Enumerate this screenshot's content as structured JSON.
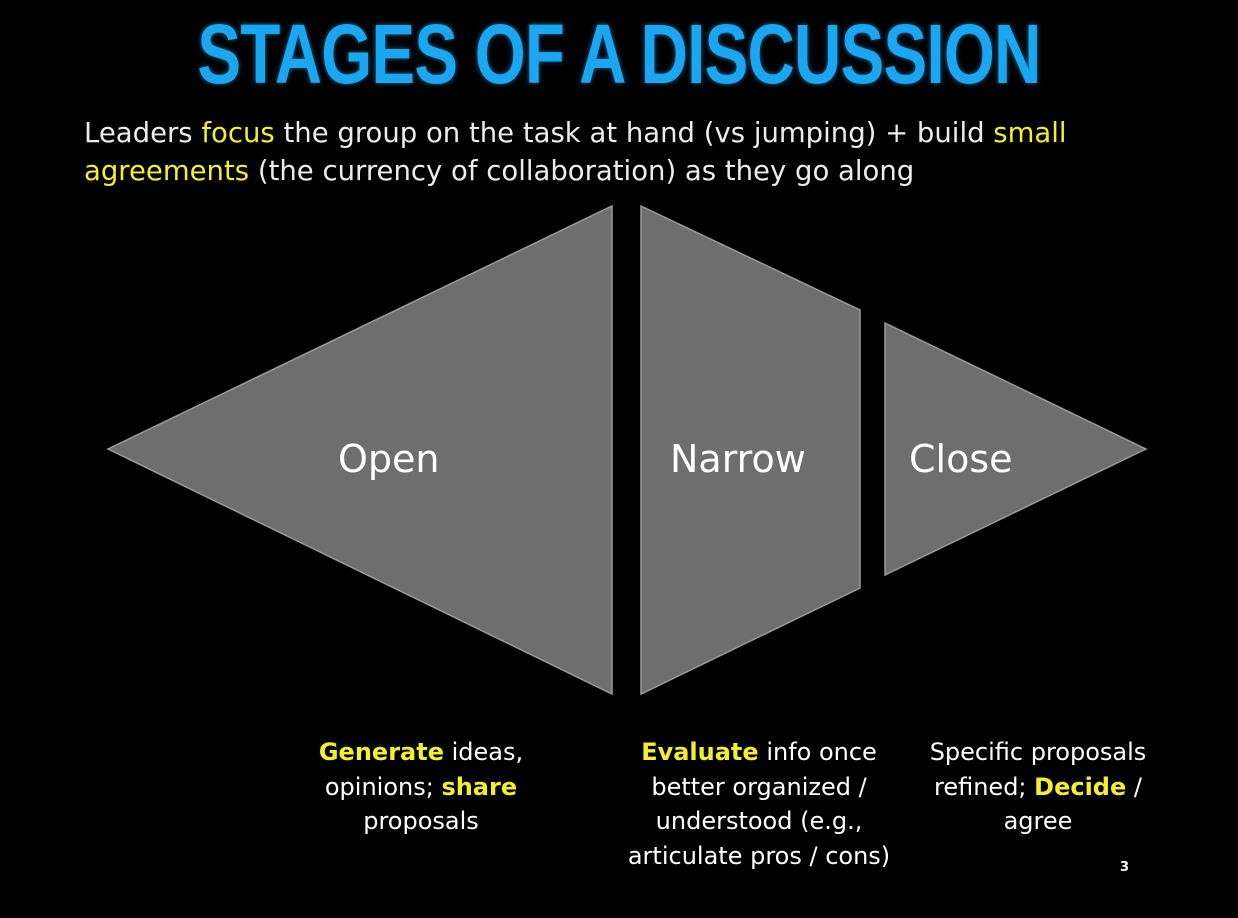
{
  "slide": {
    "title": "STAGES OF A DISCUSSION",
    "subtitle": {
      "p1": "Leaders ",
      "h1": "focus",
      "p2": " the group on the task at hand (vs jumping) + build ",
      "h2": "small agreements",
      "p3": " (the currency of collaboration) as they go along"
    },
    "stages": [
      {
        "label": "Open",
        "description": {
          "b1": "Generate",
          "t1": " ideas, opinions; ",
          "b2": "share",
          "t2": " proposals"
        }
      },
      {
        "label": "Narrow",
        "description": {
          "b1": "Evaluate",
          "t1": " info once better organized / understood (e.g., articulate pros / cons)"
        }
      },
      {
        "label": "Close",
        "description": {
          "t0": "Specific proposals refined; ",
          "b1": "Decide",
          "t1": " / agree"
        }
      }
    ],
    "page_number": "3",
    "colors": {
      "background": "#000000",
      "title": "#1aa6f0",
      "highlight": "#f4ef2a",
      "shape_fill": "#6e6e6e",
      "shape_stroke": "#9a9a9a"
    }
  }
}
